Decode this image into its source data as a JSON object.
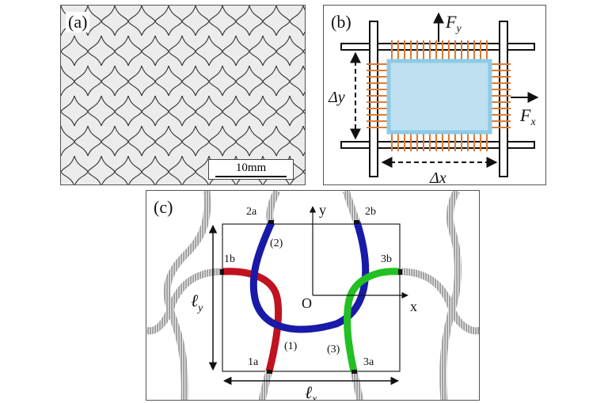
{
  "figure": {
    "panel_a": {
      "label": "(a)",
      "scale_bar": "10mm"
    },
    "panel_b": {
      "label": "(b)",
      "force_y": "F",
      "force_y_sub": "y",
      "force_x": "F",
      "force_x_sub": "x",
      "delta_y": "Δy",
      "delta_x": "Δx"
    },
    "panel_c": {
      "label": "(c)",
      "axis_y": "y",
      "axis_x": "x",
      "origin": "O",
      "ly": "ℓ",
      "ly_sub": "y",
      "lx": "ℓ",
      "lx_sub": "x",
      "pts": {
        "p2a": "2a",
        "p2b": "2b",
        "p1b": "1b",
        "p3b": "3b",
        "p1a": "1a",
        "p3a": "3a"
      },
      "segs": {
        "s1": "(1)",
        "s2": "(2)",
        "s3": "(3)"
      },
      "colors": {
        "seg1": "#c1121f",
        "seg2": "#1a1aa8",
        "seg3": "#22c022",
        "strand": "#8a8a8a"
      }
    }
  }
}
